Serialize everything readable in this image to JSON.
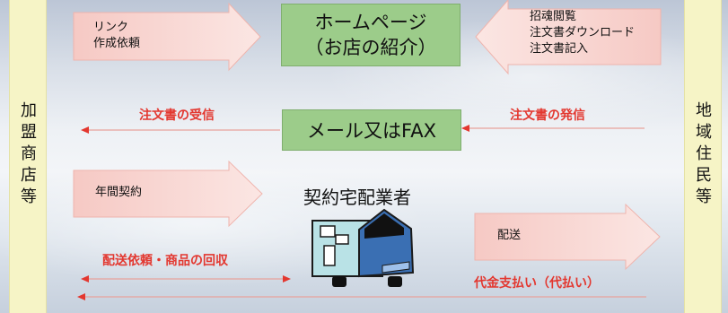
{
  "side_left": {
    "label": [
      "加",
      "盟",
      "商",
      "店",
      "等"
    ]
  },
  "side_right": {
    "label": [
      "地",
      "域",
      "住",
      "民",
      "等"
    ]
  },
  "homepage": {
    "line1": "ホームページ",
    "line2": "（お店の紹介）"
  },
  "mail_box": {
    "label": "メール又はFAX"
  },
  "arrow_link": {
    "line1": "リンク",
    "line2": "作成依頼"
  },
  "arrow_browse": {
    "line1": "招魂閲覧",
    "line2": "注文書ダウンロード",
    "line3": "注文書記入"
  },
  "arrow_annual": {
    "label": "年間契約"
  },
  "arrow_delivery": {
    "label": "配送"
  },
  "order_receive": "注文書の受信",
  "order_send": "注文書の発信",
  "courier_title": "契約宅配業者",
  "pickup_request": "配送依頼・商品の回収",
  "payment": "代金支払い（代払い）",
  "colors": {
    "red": "#e3372f",
    "green": "#9ccc8a",
    "pink": "#f8d3d0",
    "yellow": "#f6f4c6",
    "truck": "#3a6fb3"
  },
  "icons": [
    "truck-icon"
  ]
}
